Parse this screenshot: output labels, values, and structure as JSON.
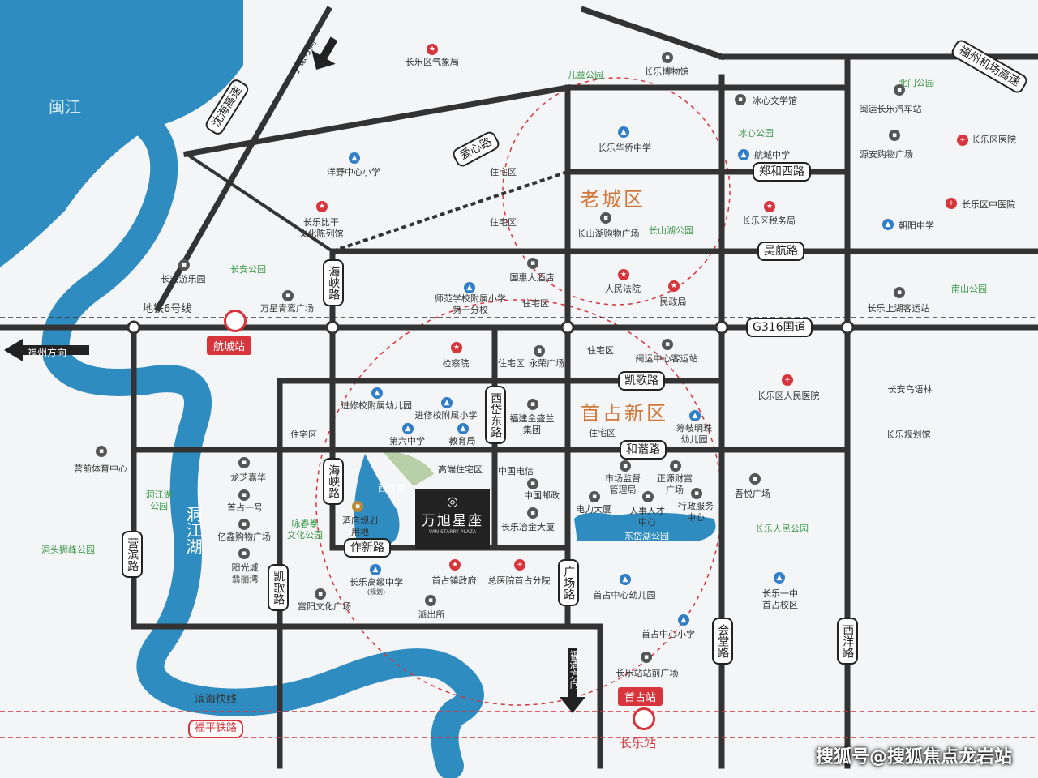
{
  "colors": {
    "water": "#2f8cc0",
    "road": "#333333",
    "accent": "#d8343c",
    "park": "#3b9a4a",
    "district": "#d0773a"
  },
  "districts": {
    "old_town": "老城区",
    "new_area": "首占新区"
  },
  "water": {
    "river": "闽江",
    "lake": "洞江湖",
    "xidai_lake": "西岱湖",
    "dongdai_park": "东岱湖公园"
  },
  "roads": {
    "shenhai": "沈海高速",
    "airport": "福州机场高速",
    "aixin": "爱心路",
    "zhenghe": "郑和西路",
    "wuhang": "吴航路",
    "haixia1": "海峡路",
    "haixia2": "海峡路",
    "g316": "G316国道",
    "kaige1": "凯歌路",
    "kaige2": "凯歌路",
    "xidai": "西岱东路",
    "hexie": "和谐路",
    "zuoxin": "作新路",
    "yingbin": "营滨路",
    "guangchang": "广场路",
    "huitang": "会堂路",
    "xiyang": "西洋路",
    "metro6": "地铁6号线",
    "binhai": "滨海快线",
    "fuping": "福平铁路"
  },
  "directions": {
    "ningde": "宁德方向",
    "fuzhou": "福州方向",
    "fuqing": "福清方向"
  },
  "stations": {
    "hangcheng": "航城站",
    "shouzhan": "首占站",
    "changle": "长乐站"
  },
  "project": {
    "name": "万旭星座",
    "en": "VAN STARRY PLAZA"
  },
  "pois": {
    "p1": "长乐区气象局",
    "p2": "长乐博物馆",
    "p3": "儿童公园",
    "p4": "北门公园",
    "p5": "冰心文学馆",
    "p6": "闽运长乐汽车站",
    "p7": "冰心公园",
    "p8": "长乐华侨中学",
    "p9": "航城中学",
    "p10": "长乐区医院",
    "p11": "源安购物广场",
    "p12": "洋野中心小学",
    "p13": "住宅区",
    "p14": "住宅区",
    "p15": "长乐比干",
    "p15b": "文化陈列馆",
    "p16": "长山湖购物广场",
    "p17": "长山湖公园",
    "p18": "长乐区税务局",
    "p19": "长乐区中医院",
    "p20": "朝阳中学",
    "p21": "长安公园",
    "p22": "长安游乐园",
    "p23": "国惠大酒店",
    "p24": "人民法院",
    "p25": "民政局",
    "p26": "南山公园",
    "p27": "万星青鸾广场",
    "p28": "师范学校附属小学",
    "p28b": "第一分校",
    "p29": "住宅区",
    "p30": "长乐上湖客运站",
    "p31": "检察院",
    "p32": "住宅区",
    "p33": "永荣广场",
    "p34": "住宅区",
    "p35": "闽运中心客运站",
    "p36": "长乐区人民医院",
    "p37": "长安乌语林",
    "p38": "进修校附属幼儿园",
    "p39": "进修校附属小学",
    "p40": "福建金盛兰",
    "p40b": "集团",
    "p41": "筹岐明珠",
    "p41b": "幼儿园",
    "p42": "长乐规划馆",
    "p43": "住宅区",
    "p44": "第六中学",
    "p45": "教育局",
    "p46": "住宅区",
    "p47": "营前体育中心",
    "p48": "龙芝嘉华",
    "p49": "高端住宅区",
    "p50": "中国电信",
    "p51": "市场监督",
    "p51b": "管理局",
    "p52": "正源财富",
    "p52b": "广场",
    "p53": "吾悦广场",
    "p54": "洞江湖",
    "p54b": "公园",
    "p55": "首占一号",
    "p56": "中国邮政",
    "p57": "电力大厦",
    "p58": "人事人才",
    "p58b": "中心",
    "p59": "行政服务",
    "p59b": "中心",
    "p60": "亿鑫购物广场",
    "p61": "酒店规划",
    "p61b": "用地",
    "p62": "长乐冶金大厦",
    "p63": "咏春拳",
    "p63b": "文化公园",
    "p64": "长乐人民公园",
    "p65": "洞头狮峰公园",
    "p66": "阳光城",
    "p66b": "翡丽湾",
    "p67": "长乐高级中学",
    "p67b": "(规划)",
    "p68": "首占镇政府",
    "p69": "总医院首占分院",
    "p70": "长乐一中",
    "p70b": "首占校区",
    "p71": "首占中心幼儿园",
    "p72": "富阳文化广场",
    "p73": "派出所",
    "p74": "首占中心小学",
    "p75": "长乐站站前广场"
  },
  "watermark": "搜狐号@搜狐焦点龙岩站"
}
